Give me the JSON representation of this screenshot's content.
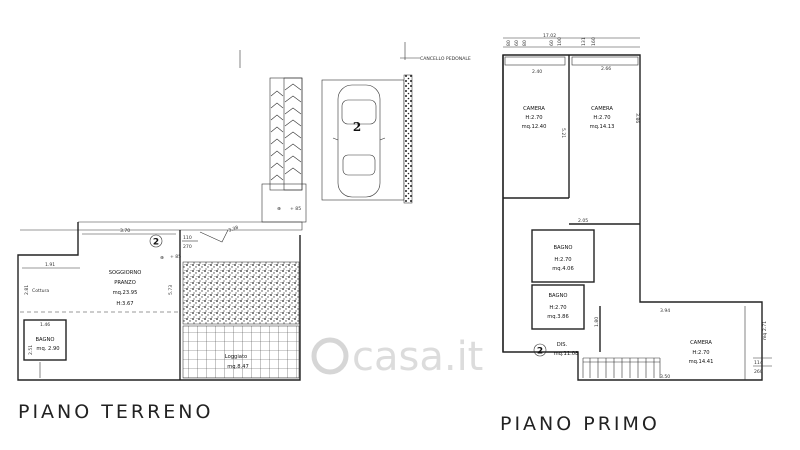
{
  "titles": {
    "ground": "PIANO  TERRENO",
    "first": "PIANO  PRIMO"
  },
  "watermark": "casa.it",
  "ground_floor": {
    "gate_label": "CANCELLO PEDONALE",
    "parking_number": "2",
    "unit_marker": "2",
    "level_court": "+ 85",
    "level_living": "+ 85",
    "cottura": "Cottura",
    "soggiorno": {
      "name": "SOGGIORNO",
      "name2": "PRANZO",
      "area": "mq.23.95",
      "height": "H:3.67"
    },
    "bagno": {
      "name": "BAGNO",
      "area": "mq. 2.90"
    },
    "loggiato": {
      "name": "Loggiato",
      "area": "mq.8.47"
    },
    "dims": {
      "w370": "3.70",
      "w191": "1.91",
      "w146": "1.46",
      "h281": "2.81",
      "h251": "2.51",
      "h573": "5.73",
      "w110": "110",
      "w270": "270",
      "diag": "3.38"
    }
  },
  "first_floor": {
    "unit_marker": "2",
    "camera1": {
      "name": "CAMERA",
      "height": "H:2.70",
      "area": "mq.12.40"
    },
    "camera2": {
      "name": "CAMERA",
      "height": "H:2.70",
      "area": "mq.14.13"
    },
    "bagno1": {
      "name": "BAGNO",
      "height": "H:2.70",
      "area": "mq.4.06"
    },
    "bagno2": {
      "name": "BAGNO",
      "height": "H:2.70",
      "area": "mq.3.86"
    },
    "dis": {
      "name": "DIS.",
      "area": "mq.11.08"
    },
    "camera3": {
      "name": "CAMERA",
      "height": "H:2.70",
      "area": "mq.14.41"
    },
    "dims": {
      "total": "17.02",
      "d80a": "80",
      "d60a": "60",
      "d80b": "80",
      "d60b": "60",
      "d100": "100",
      "d131": "131",
      "d160": "160",
      "w240": "2.40",
      "w266": "2.66",
      "h386": "3.86",
      "h521": "5.21",
      "w205": "2.05",
      "w394": "3.94",
      "w350": "3.50",
      "h180": "1.80",
      "v271": "mq 2.71",
      "d114": "114",
      "d260": "260"
    }
  }
}
